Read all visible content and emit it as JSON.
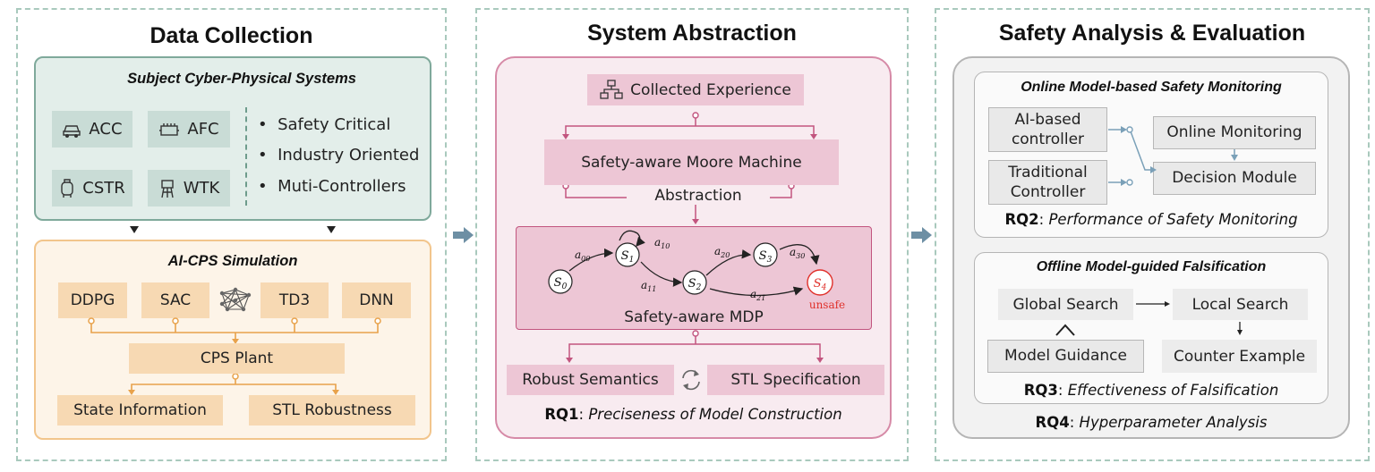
{
  "data_collection": {
    "title": "Data Collection",
    "subject_title": "Subject Cyber-Physical Systems",
    "systems": [
      {
        "label": "ACC",
        "icon": "car-icon"
      },
      {
        "label": "AFC",
        "icon": "engine-icon"
      },
      {
        "label": "CSTR",
        "icon": "tank-icon"
      },
      {
        "label": "WTK",
        "icon": "water-tower-icon"
      }
    ],
    "bullets": [
      "Safety Critical",
      "Industry Oriented",
      "Muti-Controllers"
    ],
    "sim_title": "AI-CPS Simulation",
    "controllers": [
      "DDPG",
      "SAC",
      "TD3",
      "DNN"
    ],
    "plant": "CPS Plant",
    "outputs": [
      "State Information",
      "STL Robustness"
    ]
  },
  "system_abstraction": {
    "title": "System Abstraction",
    "collected": "Collected Experience",
    "moore": "Safety-aware Moore Machine",
    "abstraction": "Abstraction",
    "mdp_label": "Safety-aware MDP",
    "states": [
      "S0",
      "S1",
      "S2",
      "S3",
      "S4"
    ],
    "unsafe": "unsafe",
    "robust": "Robust Semantics",
    "stl": "STL Specification",
    "rq1_id": "RQ1",
    "rq1_text": "Preciseness of Model Construction"
  },
  "safety": {
    "title": "Safety Analysis & Evaluation",
    "online_title": "Online Model-based Safety Monitoring",
    "ai_controller": "AI-based controller",
    "traditional": "Traditional Controller",
    "online_monitoring": "Online Monitoring",
    "decision": "Decision Module",
    "rq2_id": "RQ2",
    "rq2_text": "Performance of Safety Monitoring",
    "offline_title": "Offline Model-guided Falsification",
    "global": "Global Search",
    "local": "Local Search",
    "guidance": "Model Guidance",
    "counter": "Counter Example",
    "rq3_id": "RQ3",
    "rq3_text": "Effectiveness of Falsification",
    "rq4_id": "RQ4",
    "rq4_text": "Hyperparameter Analysis"
  }
}
